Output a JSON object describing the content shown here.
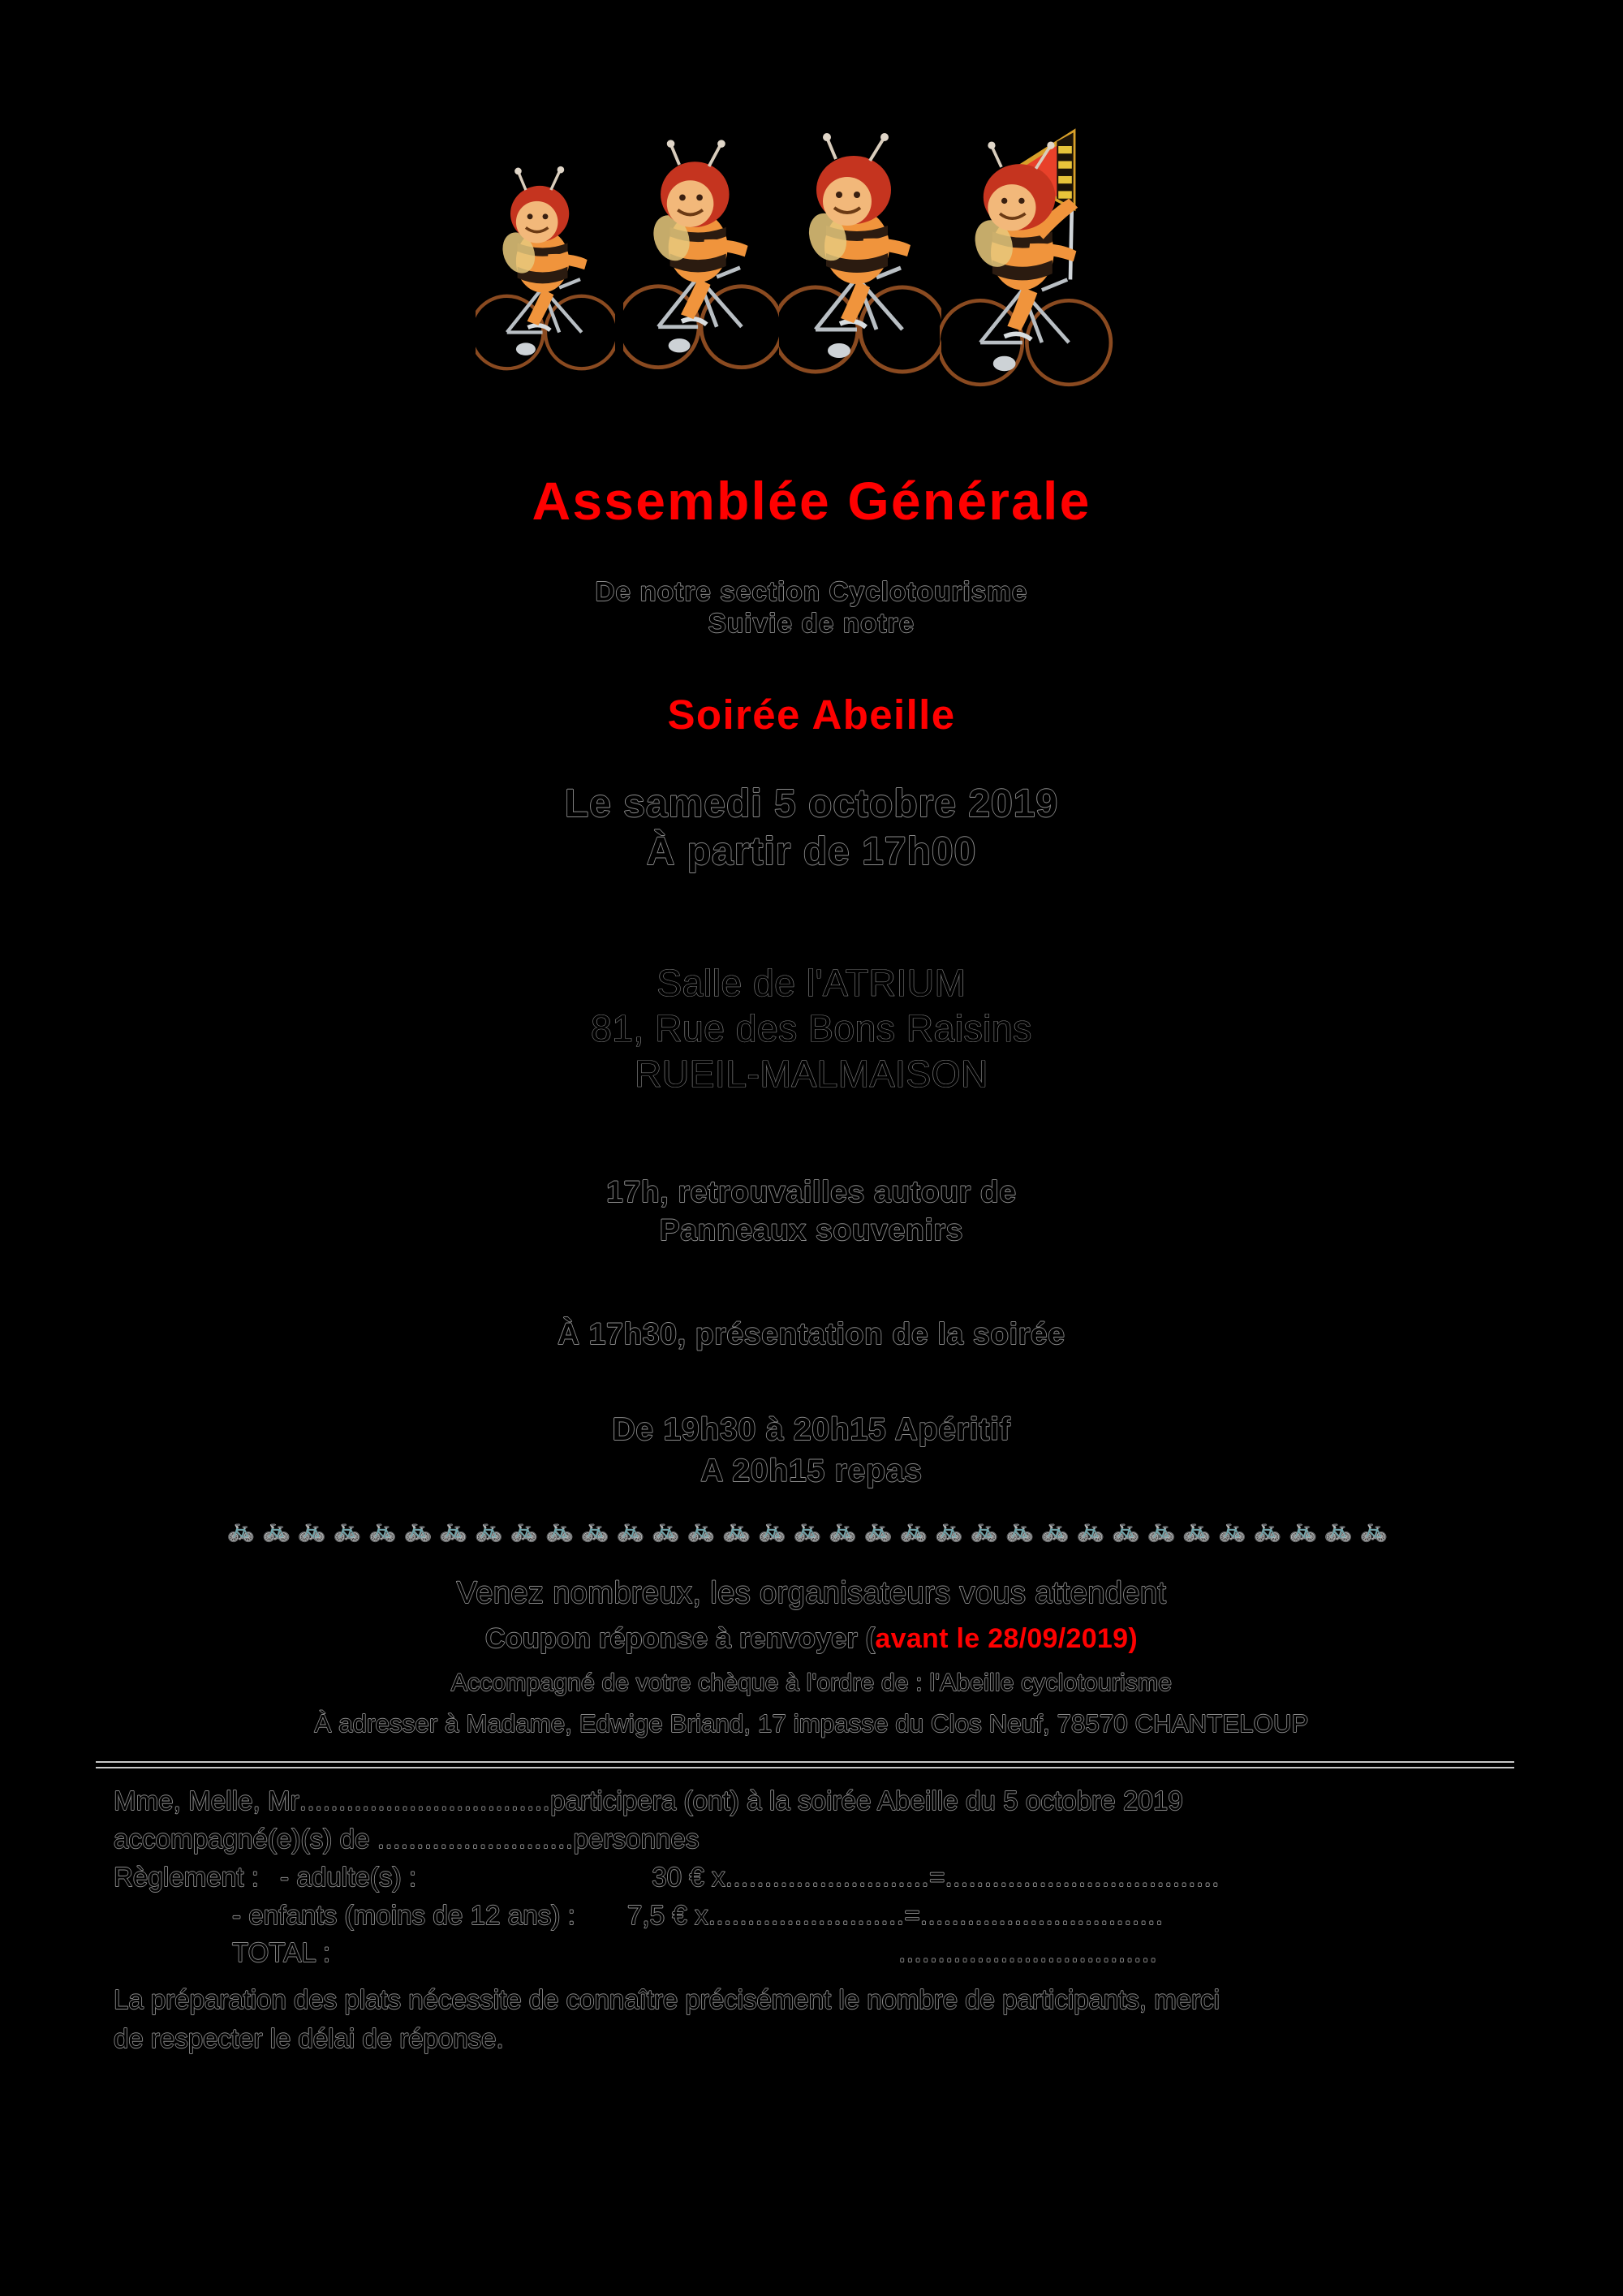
{
  "page": {
    "background_color": "#000000",
    "accent_color": "#ff0000",
    "outline_color": "#b9b9b9"
  },
  "artwork": {
    "name": "four-bees-on-bicycles",
    "bee_count": 4,
    "flag": "checkered-pennant",
    "colors": {
      "body": "#f0943c",
      "hair": "#c5341f",
      "stripe": "#2b1b10",
      "wheel": "#9a5a2a",
      "flag": "#e8412a"
    }
  },
  "titles": {
    "main": "Assemblée Générale",
    "subtitle_line1": "De notre section Cyclotourisme",
    "subtitle_line2": "Suivie de notre",
    "event": "Soirée Abeille"
  },
  "date": {
    "line1": "Le samedi 5 octobre 2019",
    "line2": "À partir de 17h00"
  },
  "venue": {
    "line1": "Salle de l'ATRIUM",
    "line2": "81, Rue des Bons Raisins",
    "line3": "RUEIL-MALMAISON"
  },
  "program": {
    "item1_line1": "17h, retrouvailles autour de",
    "item1_line2": "Panneaux souvenirs",
    "item2": "À 17h30, présentation de la soirée",
    "item3_line1": "De 19h30 à 20h15 Apéritif",
    "item3_line2": "A 20h15 repas"
  },
  "divider": {
    "icon": "bicycle-icon",
    "glyph": "🚲",
    "count": 33
  },
  "closing": {
    "cta": "Venez nombreux, les organisateurs vous attendent",
    "coupon_prefix": "Coupon réponse à renvoyer (",
    "coupon_deadline": "avant le 28/09/2019)",
    "cheque": "Accompagné de votre chèque à l'ordre de : l'Abeille cyclotourisme",
    "address": "À adresser à Madame, Edwige Briand, 17 impasse du Clos Neuf,  78570 CHANTELOUP"
  },
  "coupon": {
    "name_prefix": "Mme, Melle, Mr",
    "name_dots": "................................",
    "name_suffix": "participera (ont) à la soirée Abeille du 5 octobre 2019",
    "accompanied_prefix": "accompagné(e)(s) de ",
    "accompanied_dots": ".........................",
    "accompanied_suffix": "personnes",
    "payment_label": "Règlement :",
    "adult_label": "- adulte(s) :",
    "adult_price": "30 € x",
    "adult_dots": "..........................",
    "adult_equals": "=",
    "adult_result_dots": "...................................",
    "child_label": "- enfants (moins de 12 ans) :",
    "child_price": "7,5 € x",
    "child_dots": ".........................",
    "child_equals": "=",
    "child_result_dots": "...............................",
    "total_label": "TOTAL :",
    "total_dots": ".................................",
    "note_line1": "La préparation des plats nécessite de connaître précisément le nombre de participants, merci",
    "note_line2": "de respecter le délai de réponse."
  }
}
